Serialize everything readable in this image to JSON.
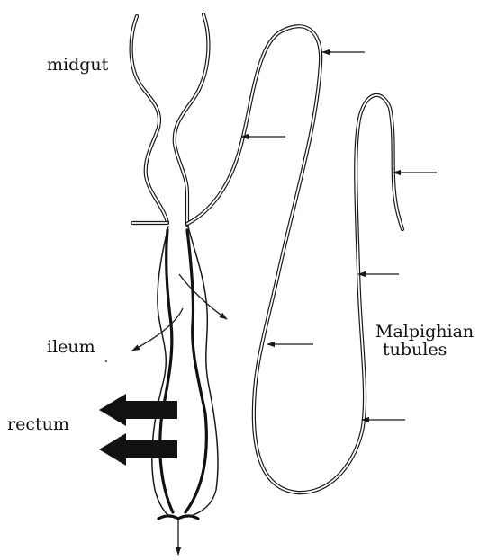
{
  "labels": {
    "midgut": "midgut",
    "ileum": "ileum",
    "rectum": "rectum",
    "malpighian_line1": "Malpighian",
    "malpighian_line2": "tubules"
  }
}
